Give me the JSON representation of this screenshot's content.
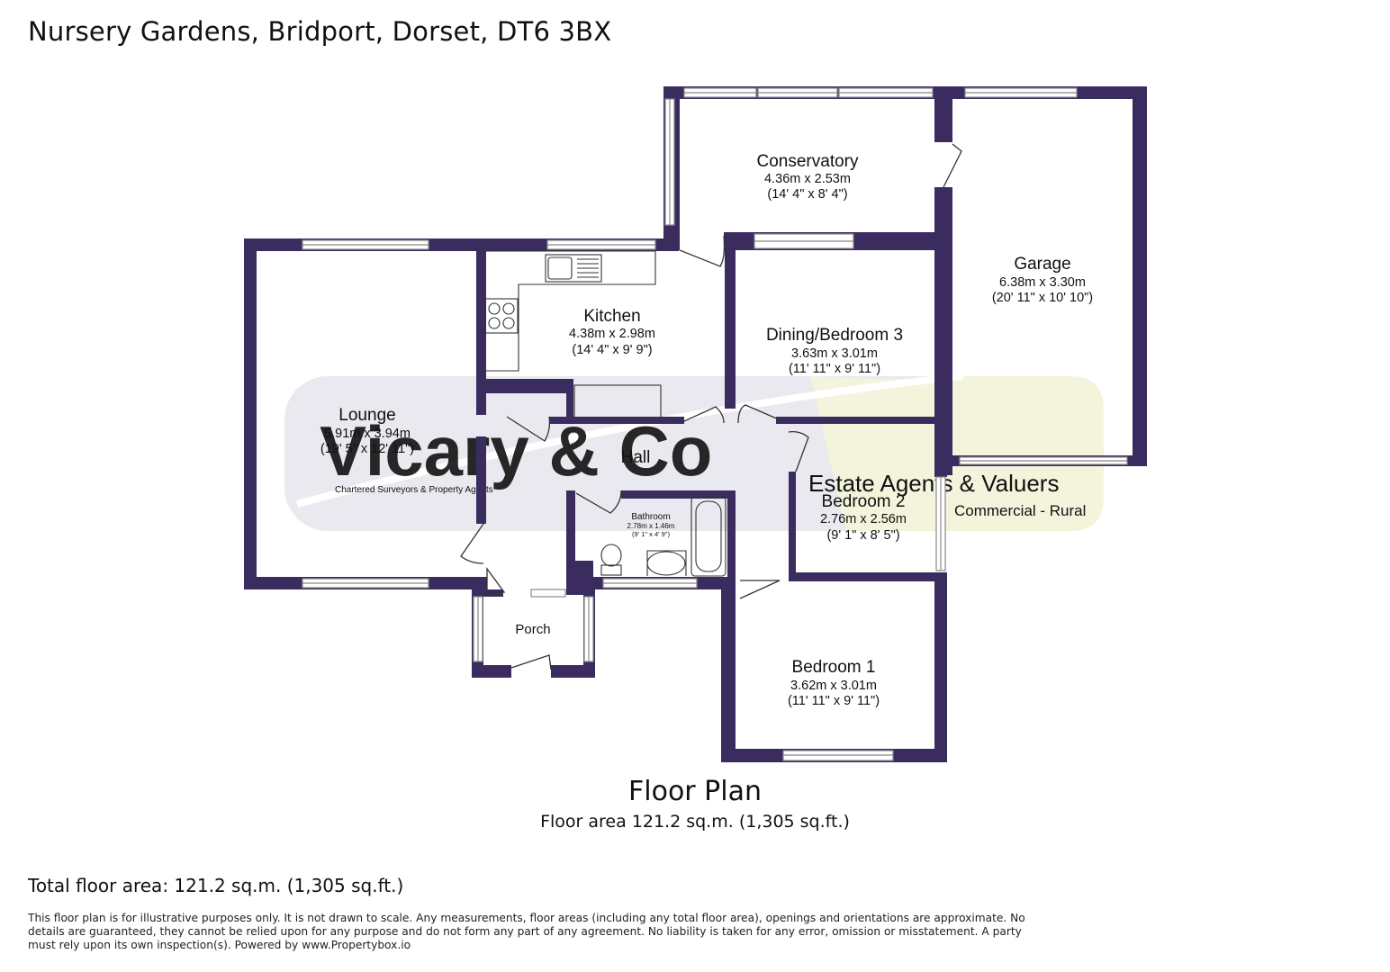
{
  "header": {
    "address": "Nursery Gardens, Bridport, Dorset, DT6 3BX"
  },
  "colors": {
    "wall": "#3a2c5e",
    "window_line": "#888888",
    "fixture_line": "#333333",
    "watermark_fill": "#e9e9ef",
    "watermark_accent": "#f4f4dc"
  },
  "rooms": [
    {
      "id": "conservatory",
      "name": "Conservatory",
      "metric": "4.36m x 2.53m",
      "imperial": "(14' 4\" x 8' 4\")"
    },
    {
      "id": "garage",
      "name": "Garage",
      "metric": "6.38m x 3.30m",
      "imperial": "(20' 11\" x 10' 10\")"
    },
    {
      "id": "kitchen",
      "name": "Kitchen",
      "metric": "4.38m x 2.98m",
      "imperial": "(14' 4\" x 9' 9\")"
    },
    {
      "id": "dining",
      "name": "Dining/Bedroom 3",
      "metric": "3.63m x 3.01m",
      "imperial": "(11' 11\" x 9' 11\")"
    },
    {
      "id": "lounge",
      "name": "Lounge",
      "metric": "5.91m x 3.94m",
      "imperial": "(19' 5\" x 12' 11\")"
    },
    {
      "id": "hall",
      "name": "Hall"
    },
    {
      "id": "bathroom",
      "name": "Bathroom",
      "metric": "2.78m x 1.46m",
      "imperial": "(9' 1\" x 4' 9\")"
    },
    {
      "id": "bedroom2",
      "name": "Bedroom 2",
      "metric": "2.76m x 2.56m",
      "imperial": "(9' 1\" x 8' 5\")"
    },
    {
      "id": "porch",
      "name": "Porch"
    },
    {
      "id": "bedroom1",
      "name": "Bedroom 1",
      "metric": "3.62m x 3.01m",
      "imperial": "(11' 11\" x 9' 11\")"
    }
  ],
  "watermark": {
    "brand": "Vicary & Co",
    "tagline": "Estate Agents & Valuers",
    "subtagline": "Chartered Surveyors & Property Agents",
    "sectors": "Commercial - Rural"
  },
  "footer": {
    "plan_title": "Floor Plan",
    "plan_area": "Floor area 121.2 sq.m. (1,305 sq.ft.)",
    "total_area": "Total floor area: 121.2 sq.m. (1,305 sq.ft.)",
    "disclaimer": "This floor plan is for illustrative purposes only. It is not drawn to scale. Any measurements, floor areas (including any total floor area), openings and orientations are approximate. No details are guaranteed, they cannot be relied upon for any purpose and do not form any part of any agreement. No liability is taken for any error, omission or misstatement. A party must rely upon its own inspection(s). Powered by www.Propertybox.io"
  }
}
